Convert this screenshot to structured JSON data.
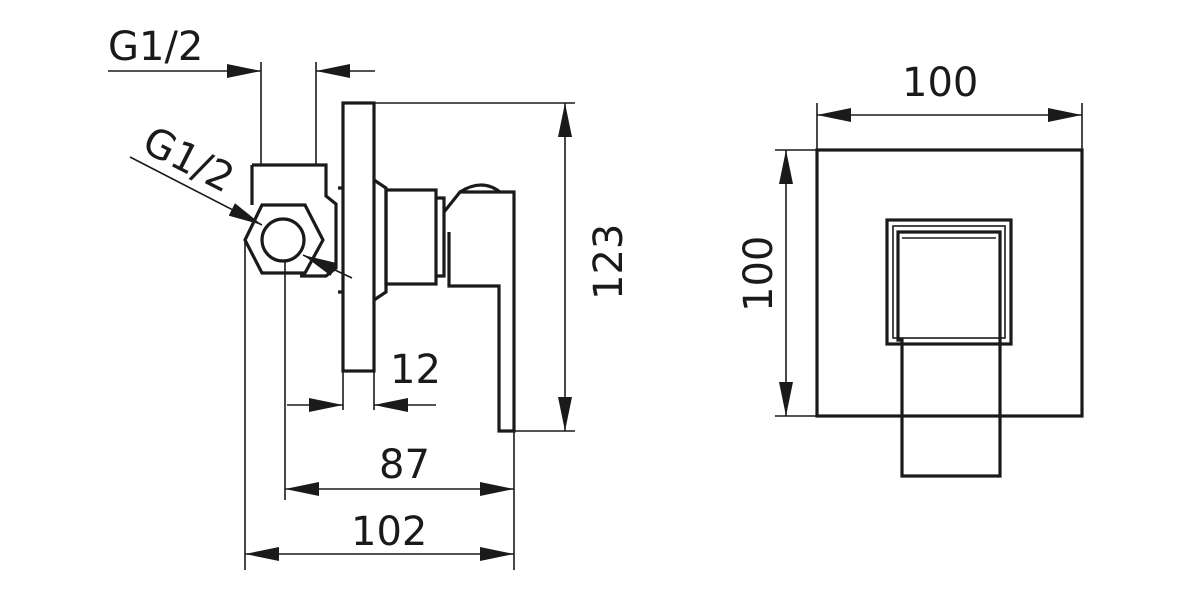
{
  "side_view": {
    "thread_top_label": "G1/2",
    "thread_side_label": "G1/2",
    "dim_12": "12",
    "dim_87": "87",
    "dim_102": "102",
    "dim_123": "123"
  },
  "front_view": {
    "width_label": "100",
    "height_label": "100"
  }
}
